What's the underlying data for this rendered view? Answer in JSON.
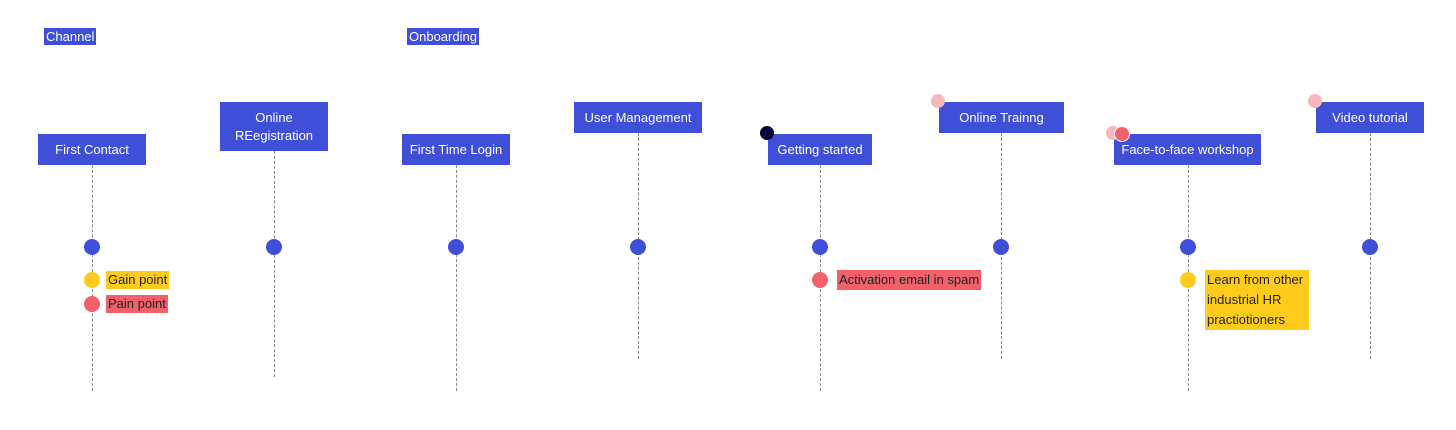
{
  "labels": {
    "channel": "Channel",
    "onboarding": "Onboarding"
  },
  "steps": [
    {
      "label": "First Contact"
    },
    {
      "label": "Online REegistration"
    },
    {
      "label": "First Time Login"
    },
    {
      "label": "User Management"
    },
    {
      "label": "Getting started"
    },
    {
      "label": "Online Trainng"
    },
    {
      "label": "Face-to-face workshop"
    },
    {
      "label": "Video tutorial"
    }
  ],
  "legend": {
    "gain": "Gain point",
    "pain": "Pain point"
  },
  "notes": [
    {
      "step": "Getting started",
      "kind": "pain",
      "text": "Activation email in spam"
    },
    {
      "step": "Face-to-face workshop",
      "kind": "gain",
      "text": "Learn from other industrial HR practiotioners"
    }
  ],
  "colors": {
    "step": "#3f4fd7",
    "gain": "#ffcc1e",
    "pain": "#f1606b"
  }
}
